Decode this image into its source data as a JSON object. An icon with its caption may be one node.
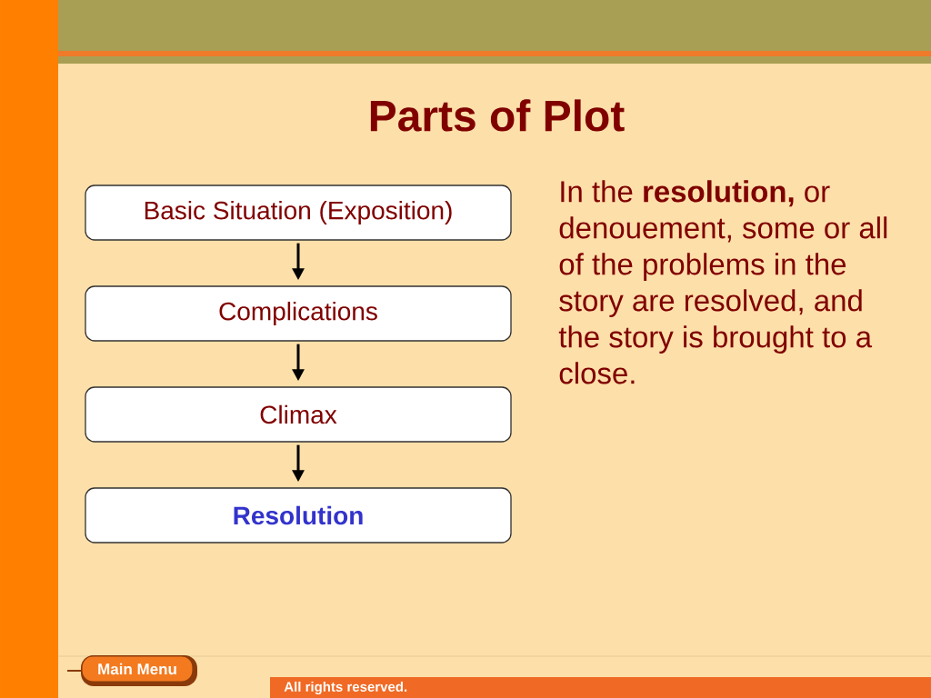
{
  "diagram": {
    "title": "Parts of Plot",
    "nodes": [
      {
        "text": [
          "Basic Situation (Exposition)"
        ]
      },
      {
        "text": [
          "Complications"
        ]
      },
      {
        "text": [
          "Climax"
        ]
      },
      {
        "text": [
          "Resolution"
        ]
      }
    ],
    "edges": [
      {
        "from": 0,
        "to": 1,
        "arrow": "to"
      },
      {
        "from": 1,
        "to": 2,
        "arrow": "to"
      },
      {
        "from": 2,
        "to": 3,
        "arrow": "to"
      }
    ],
    "labels": [
      "In the **resolution,** or denouement, some or all of the problems in the story are resolved, and the story is brought to a close.",
      "Main Menu",
      "All rights reserved."
    ]
  }
}
